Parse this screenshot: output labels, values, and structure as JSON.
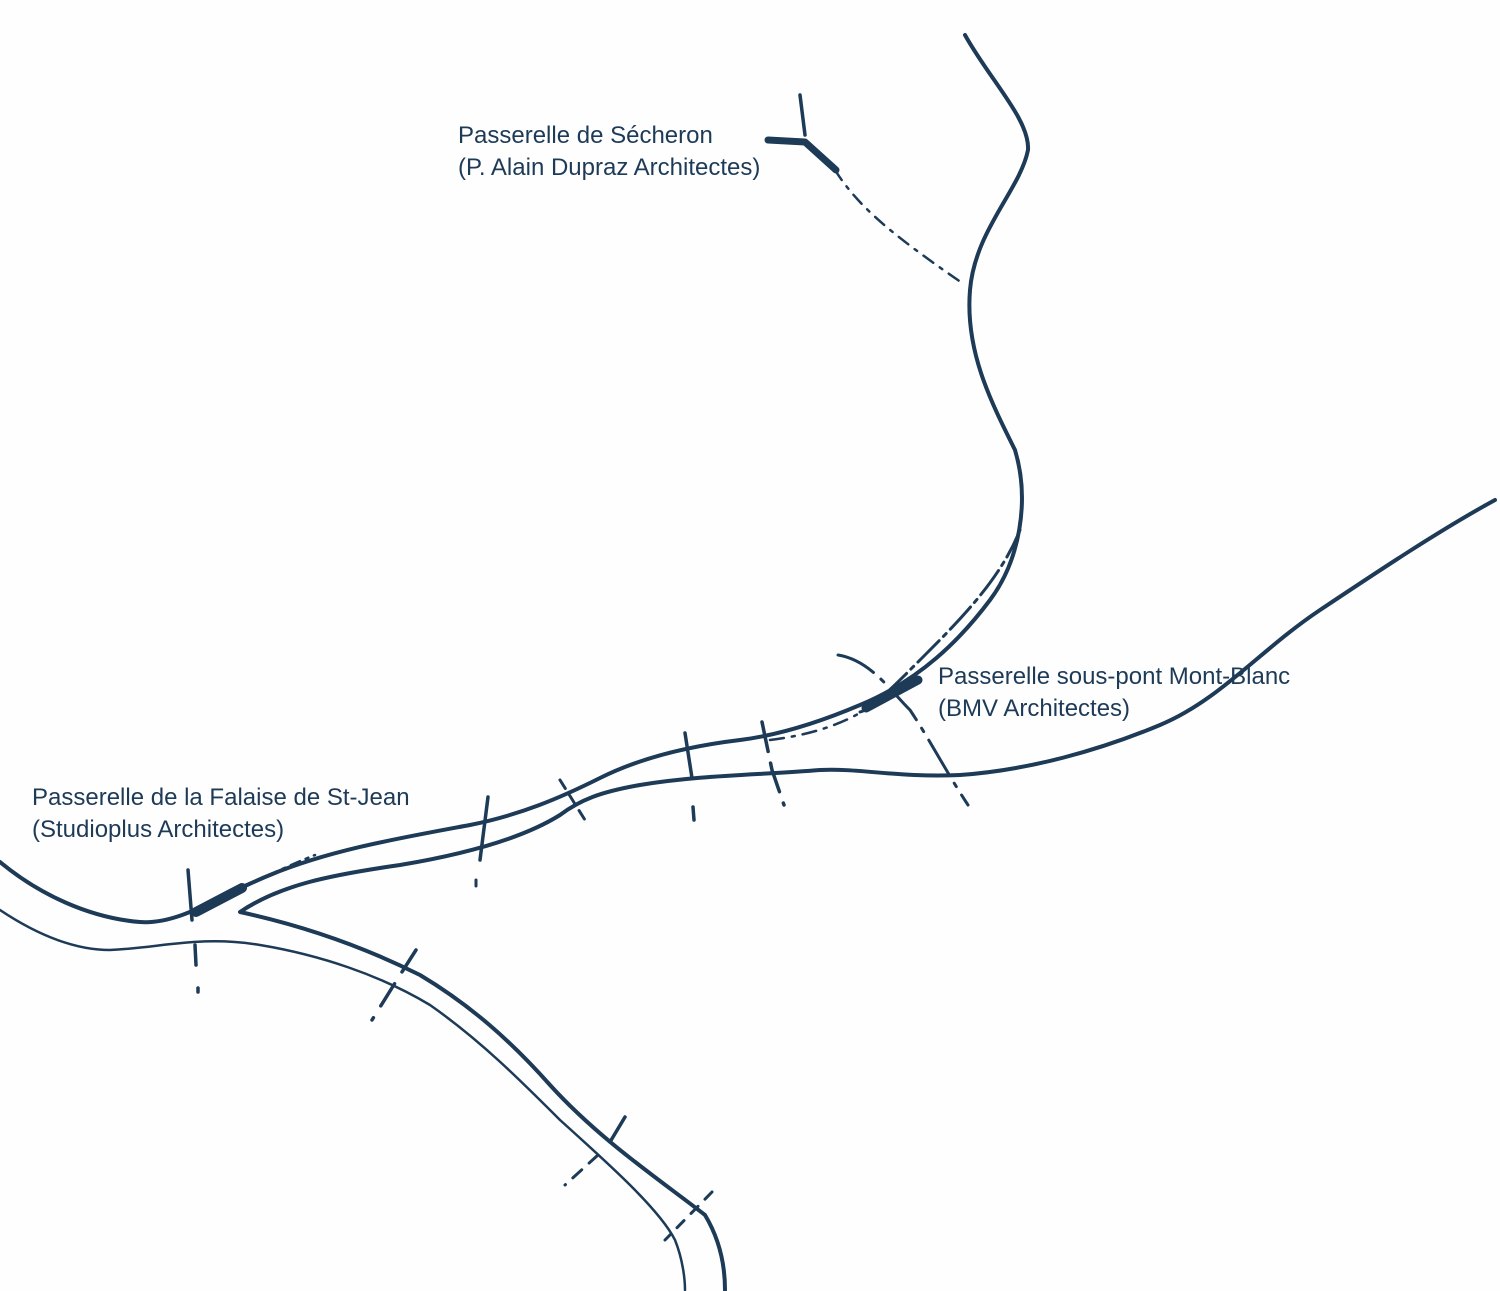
{
  "colors": {
    "ink": "#1d3a57",
    "background": "#fefefe"
  },
  "labels": [
    {
      "id": "secheron",
      "name": "Passerelle de Sécheron",
      "architect": "(P. Alain Dupraz Architectes)"
    },
    {
      "id": "mont-blanc",
      "name": "Passerelle sous-pont Mont-Blanc",
      "architect": "(BMV Architectes)"
    },
    {
      "id": "st-jean",
      "name": "Passerelle de la Falaise de St-Jean",
      "architect": "(Studioplus Architectes)"
    }
  ]
}
